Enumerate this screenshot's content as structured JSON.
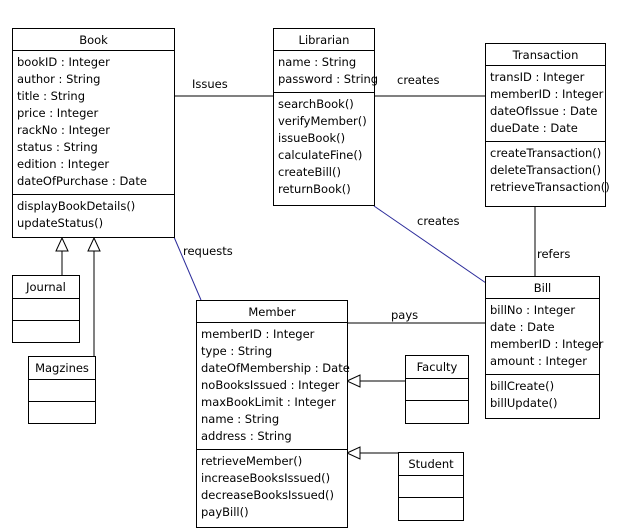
{
  "classes": {
    "book": {
      "name": "Book",
      "attributes": [
        "bookID : Integer",
        "author : String",
        "title : String",
        "price : Integer",
        "rackNo : Integer",
        "status : String",
        "edition : Integer",
        "dateOfPurchase : Date"
      ],
      "operations": [
        "displayBookDetails()",
        "updateStatus()"
      ]
    },
    "librarian": {
      "name": "Librarian",
      "attributes": [
        "name : String",
        "password : String"
      ],
      "operations": [
        "searchBook()",
        "verifyMember()",
        "issueBook()",
        "calculateFine()",
        "createBill()",
        "returnBook()"
      ]
    },
    "transaction": {
      "name": "Transaction",
      "attributes": [
        "transID : Integer",
        "memberID : Integer",
        "dateOfIssue : Date",
        "dueDate : Date"
      ],
      "operations": [
        "createTransaction()",
        "deleteTransaction()",
        "retrieveTransaction()"
      ]
    },
    "member": {
      "name": "Member",
      "attributes": [
        "memberID : Integer",
        "type : String",
        "dateOfMembership : Date",
        "noBooksIssued : Integer",
        "maxBookLimit : Integer",
        "name : String",
        "address : String"
      ],
      "operations": [
        "retrieveMember()",
        "increaseBooksIssued()",
        "decreaseBooksIssued()",
        "payBill()"
      ]
    },
    "bill": {
      "name": "Bill",
      "attributes": [
        "billNo : Integer",
        "date : Date",
        "memberID : Integer",
        "amount : Integer"
      ],
      "operations": [
        "billCreate()",
        "billUpdate()"
      ]
    },
    "journal": {
      "name": "Journal"
    },
    "magzines": {
      "name": "Magzines"
    },
    "faculty": {
      "name": "Faculty"
    },
    "student": {
      "name": "Student"
    }
  },
  "associations": {
    "issues": "Issues",
    "creates_transaction": "creates",
    "creates_bill": "creates",
    "refers": "refers",
    "requests": "requests",
    "pays": "pays"
  },
  "colors": {
    "line": "#000000",
    "blue_line": "#2a2a9a"
  }
}
